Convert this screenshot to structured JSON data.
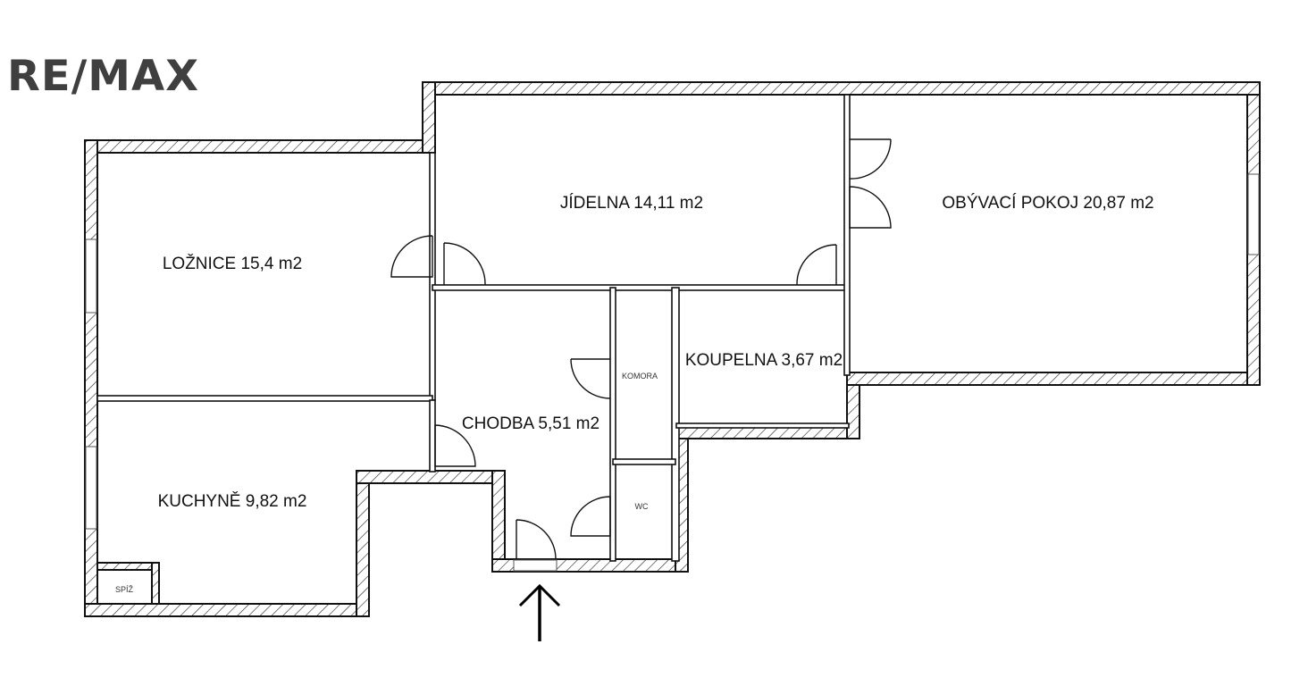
{
  "logo": {
    "text": "RE/MAX"
  },
  "rooms": {
    "jidelna": "JÍDELNA 14,11 m2",
    "obyvaci": "OBÝVACÍ POKOJ 20,87 m2",
    "loznice": "LOŽNICE 15,4 m2",
    "koupelna": "KOUPELNA 3,67 m2",
    "komora": "KOMORA",
    "chodba": "CHODBA 5,51 m2",
    "kuchyne": "KUCHYNĚ 9,82 m2",
    "wc": "WC",
    "spiz": "SPÍŽ"
  },
  "colors": {
    "logo": "#3f3f3f",
    "walls": "#111111"
  }
}
